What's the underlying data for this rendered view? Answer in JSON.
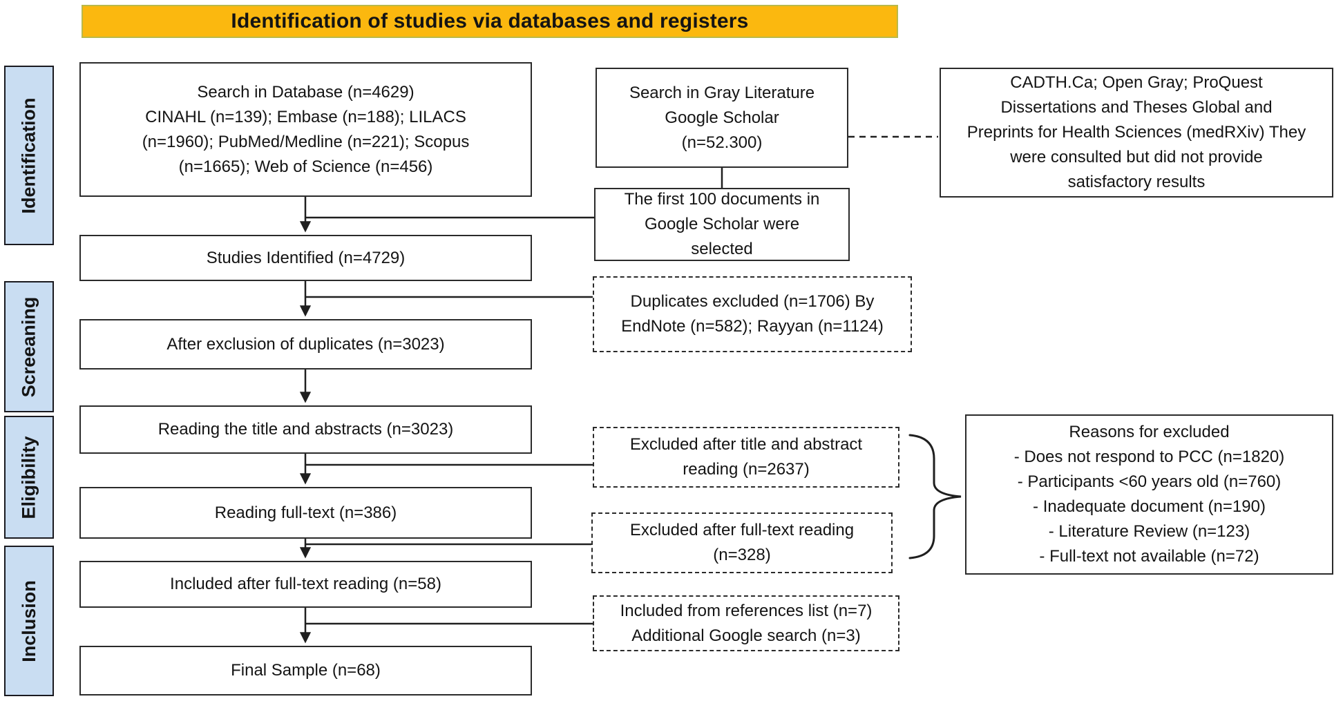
{
  "title": {
    "text": "Identification of studies via databases and registers"
  },
  "colors": {
    "banner_bg": "#fbb80f",
    "banner_border": "#b9b94a",
    "sidebar_bg": "#c9ddf2",
    "line_color": "#1f1f1f",
    "box_border": "#2a2a2a",
    "text_color": "#141414"
  },
  "sidebar": {
    "items": [
      {
        "label": "Identification"
      },
      {
        "label": "Screeaning"
      },
      {
        "label": "Eligibility"
      },
      {
        "label": "Inclusion"
      }
    ]
  },
  "boxes": {
    "search_db": "Search in Database (n=4629)\nCINAHL (n=139); Embase (n=188); LILACS\n(n=1960); PubMed/Medline (n=221); Scopus\n(n=1665); Web of Science (n=456)",
    "gray_lit": "Search in Gray Literature\nGoogle Scholar\n(n=52.300)",
    "cadth": "CADTH.Ca; Open Gray; ProQuest\nDissertations and Theses Global and\nPreprints for Health Sciences (medRXiv) They\nwere consulted but did not provide\nsatisfactory results",
    "first_100": "The first 100 documents in\nGoogle Scholar were\nselected",
    "studies_identified": "Studies Identified (n=4729)",
    "duplicates_excluded": "Duplicates excluded (n=1706) By\nEndNote (n=582); Rayyan (n=1124)",
    "after_exclusion": "After exclusion of duplicates (n=3023)",
    "reading_title": "Reading the title and abstracts (n=3023)",
    "excluded_title": "Excluded after title and abstract\nreading (n=2637)",
    "reading_fulltext": "Reading full-text (n=386)",
    "excluded_fulltext": "Excluded after full-text reading\n(n=328)",
    "reasons": "Reasons for excluded\n- Does not respond to PCC (n=1820)\n- Participants <60 years old (n=760)\n- Inadequate document (n=190)\n- Literature Review (n=123)\n- Full-text not available (n=72)",
    "included_fulltext": "Included after full-text reading (n=58)",
    "references_list": "Included from references list (n=7)\nAdditional Google search (n=3)",
    "final_sample": "Final Sample (n=68)"
  }
}
